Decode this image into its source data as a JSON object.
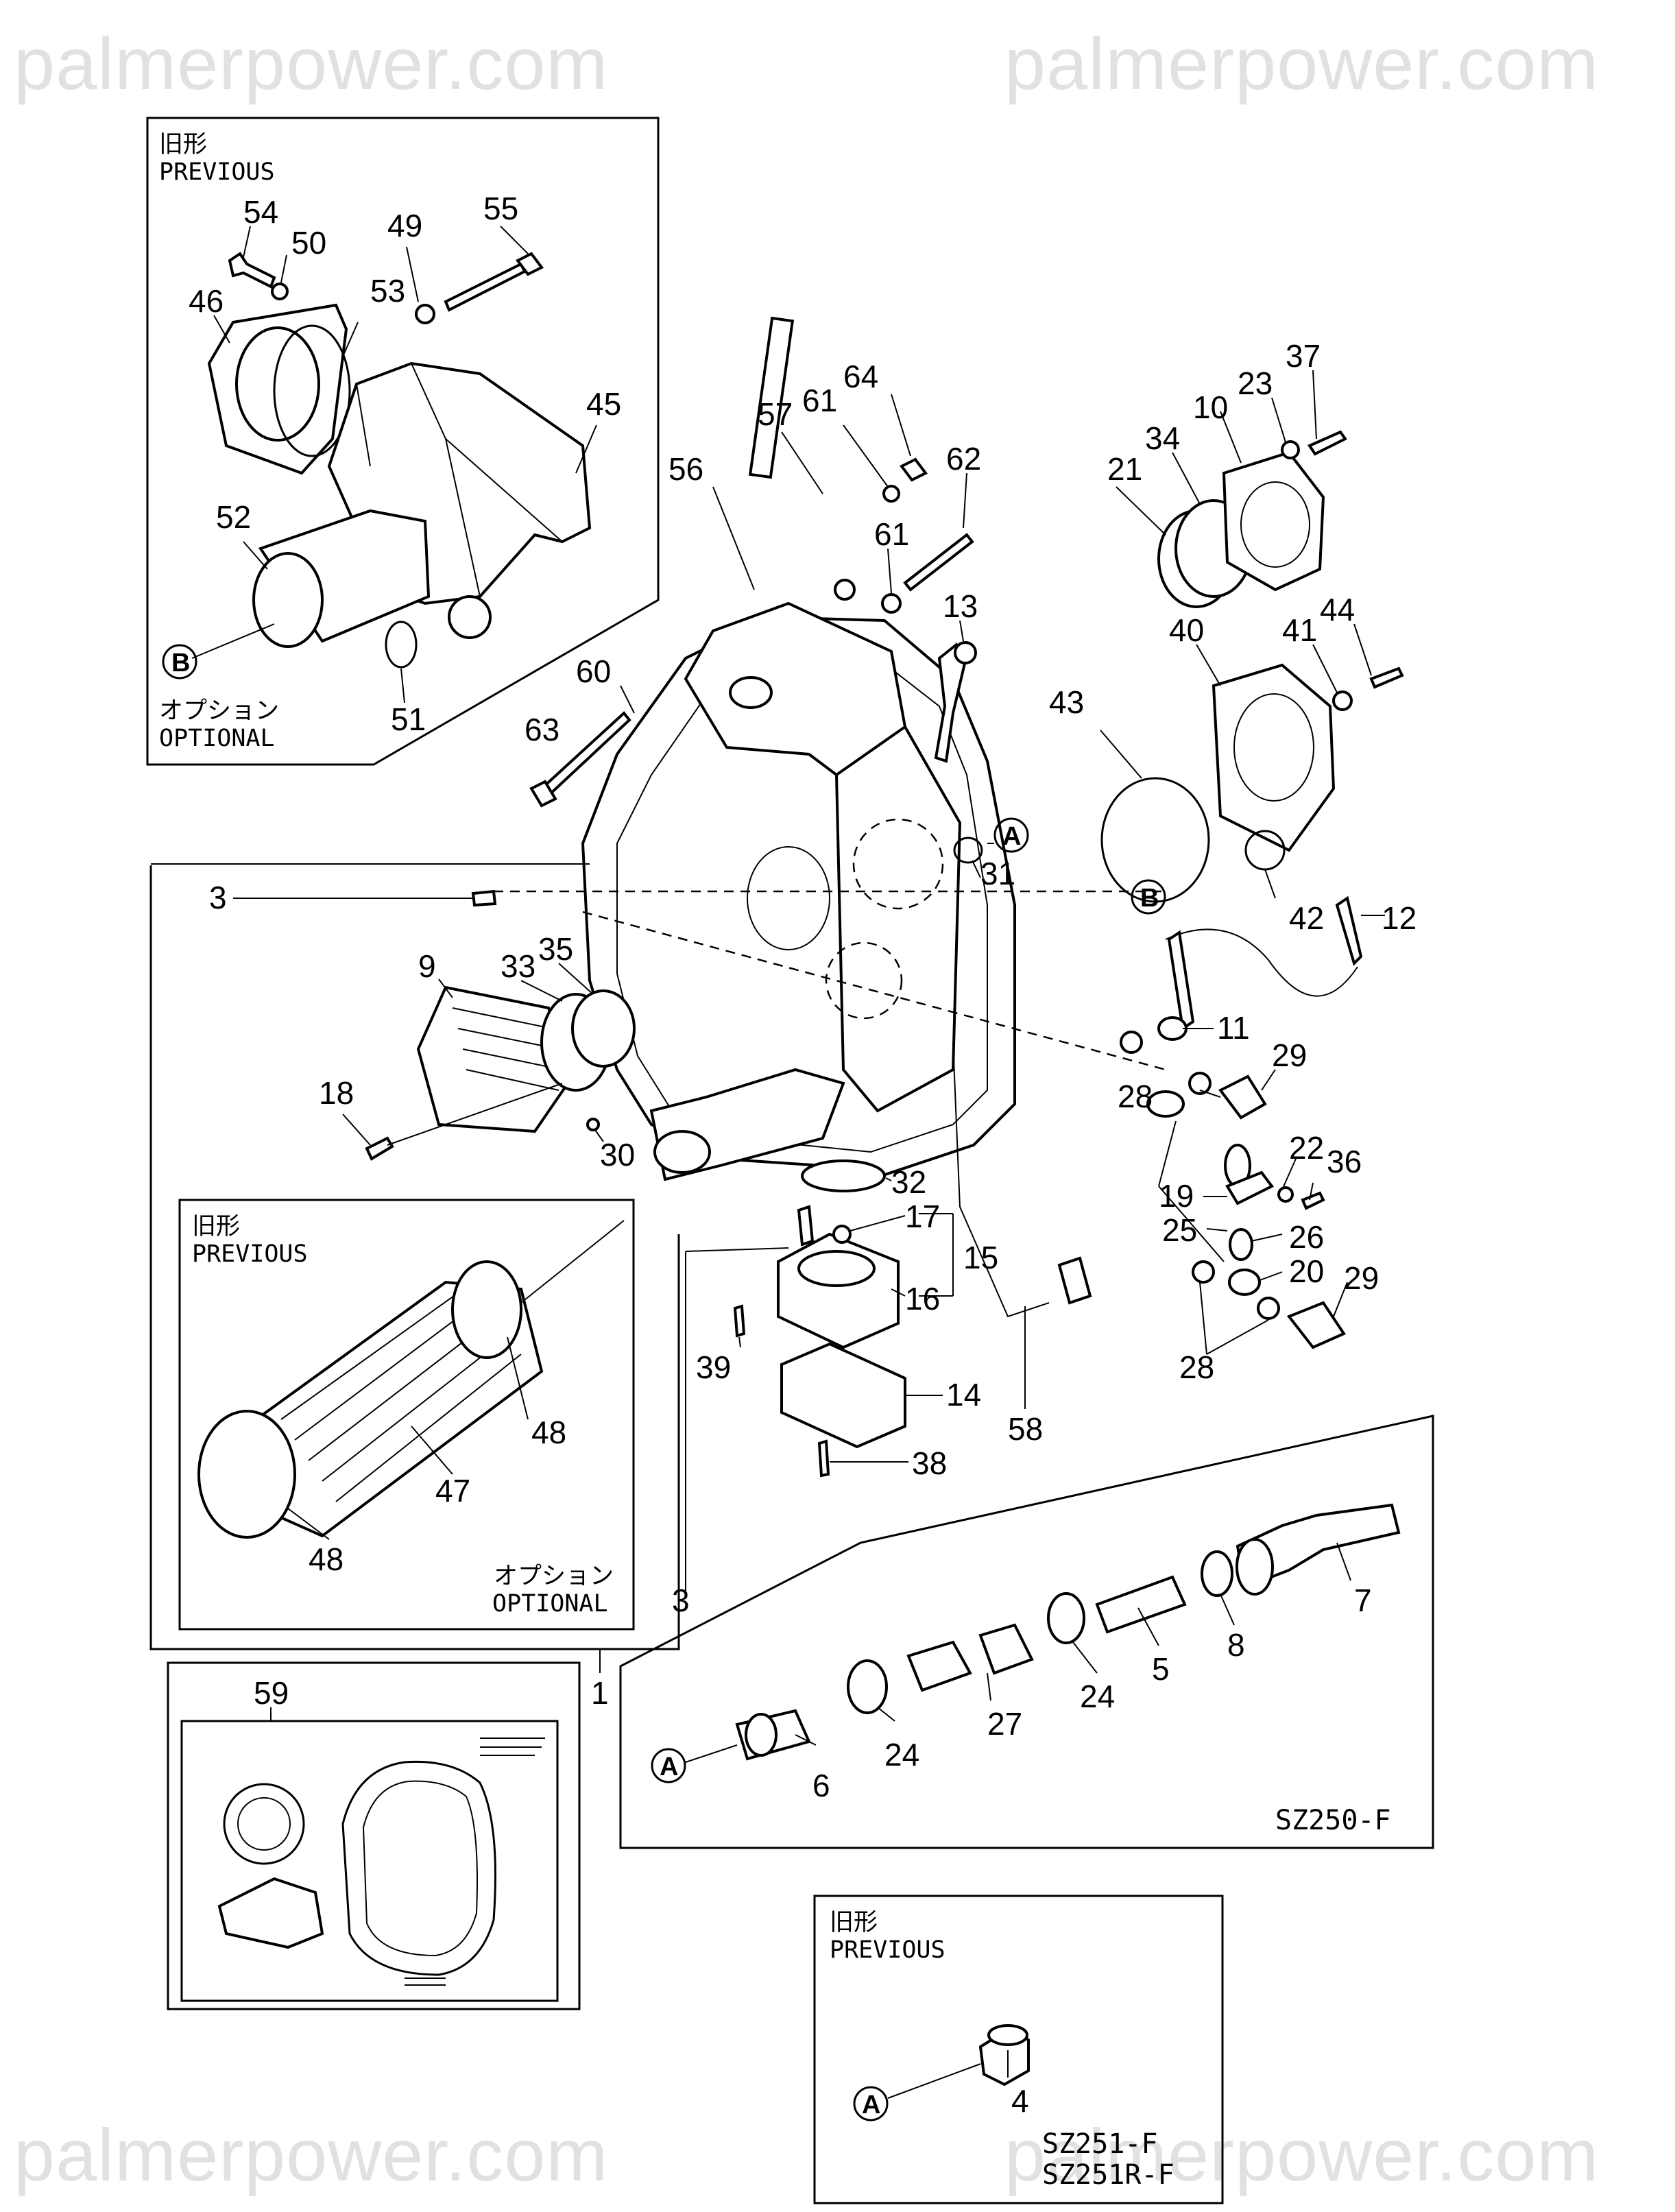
{
  "watermark": "palmerpower.com",
  "previous_jp": "旧形",
  "previous": "PREVIOUS",
  "optional_jp": "オプション",
  "optional": "OPTIONAL",
  "codes": {
    "main_inset": "SZ250-F",
    "small_inset_1": "SZ251-F",
    "small_inset_2": "SZ251R-F"
  },
  "refs": {
    "a": "A",
    "b": "B"
  },
  "labels": {
    "p1": "1",
    "p3": "3",
    "p4": "4",
    "p5": "5",
    "p6": "6",
    "p7": "7",
    "p8": "8",
    "p9": "9",
    "p10": "10",
    "p11": "11",
    "p12": "12",
    "p13": "13",
    "p14": "14",
    "p15": "15",
    "p16": "16",
    "p17": "17",
    "p18": "18",
    "p19": "19",
    "p20": "20",
    "p21": "21",
    "p22": "22",
    "p23": "23",
    "p24": "24",
    "p25": "25",
    "p26": "26",
    "p27": "27",
    "p28": "28",
    "p29": "29",
    "p30": "30",
    "p31": "31",
    "p32": "32",
    "p33": "33",
    "p34": "34",
    "p35": "35",
    "p36": "36",
    "p37": "37",
    "p38": "38",
    "p39": "39",
    "p40": "40",
    "p41": "41",
    "p42": "42",
    "p43": "43",
    "p44": "44",
    "p45": "45",
    "p46": "46",
    "p47": "47",
    "p48": "48",
    "p49": "49",
    "p50": "50",
    "p51": "51",
    "p52": "52",
    "p53": "53",
    "p54": "54",
    "p55": "55",
    "p56": "56",
    "p57": "57",
    "p58": "58",
    "p59": "59",
    "p60": "60",
    "p61": "61",
    "p62": "62",
    "p63": "63",
    "p64": "64"
  }
}
